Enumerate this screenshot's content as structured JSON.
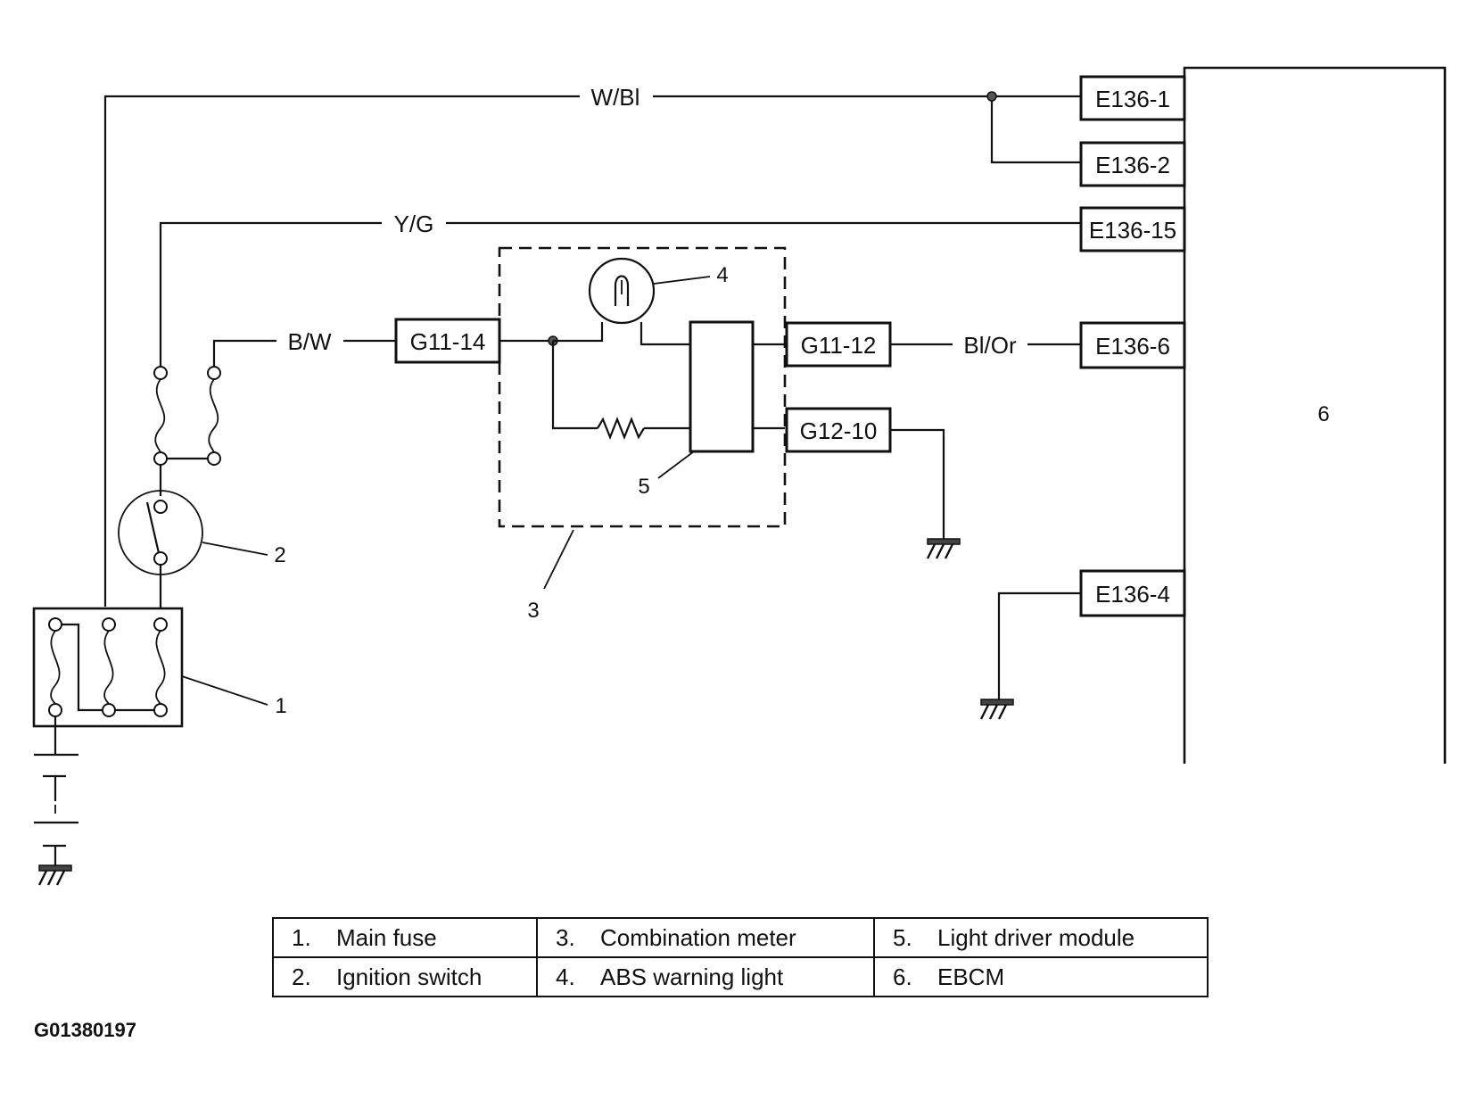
{
  "wires": {
    "w_bl": "W/Bl",
    "y_g": "Y/G",
    "b_w": "B/W",
    "bl_or": "Bl/Or"
  },
  "connectors": {
    "e136_1": "E136-1",
    "e136_2": "E136-2",
    "e136_15": "E136-15",
    "e136_6": "E136-6",
    "e136_4": "E136-4",
    "g11_14": "G11-14",
    "g11_12": "G11-12",
    "g12_10": "G12-10"
  },
  "callouts": {
    "n1": "1",
    "n2": "2",
    "n3": "3",
    "n4": "4",
    "n5": "5",
    "n6": "6"
  },
  "legend": [
    [
      {
        "num": "1.",
        "text": "Main fuse"
      },
      {
        "num": "3.",
        "text": "Combination meter"
      },
      {
        "num": "5.",
        "text": "Light driver module"
      }
    ],
    [
      {
        "num": "2.",
        "text": "Ignition switch"
      },
      {
        "num": "4.",
        "text": "ABS warning light"
      },
      {
        "num": "6.",
        "text": "EBCM"
      }
    ]
  ],
  "figure_id": "G01380197"
}
